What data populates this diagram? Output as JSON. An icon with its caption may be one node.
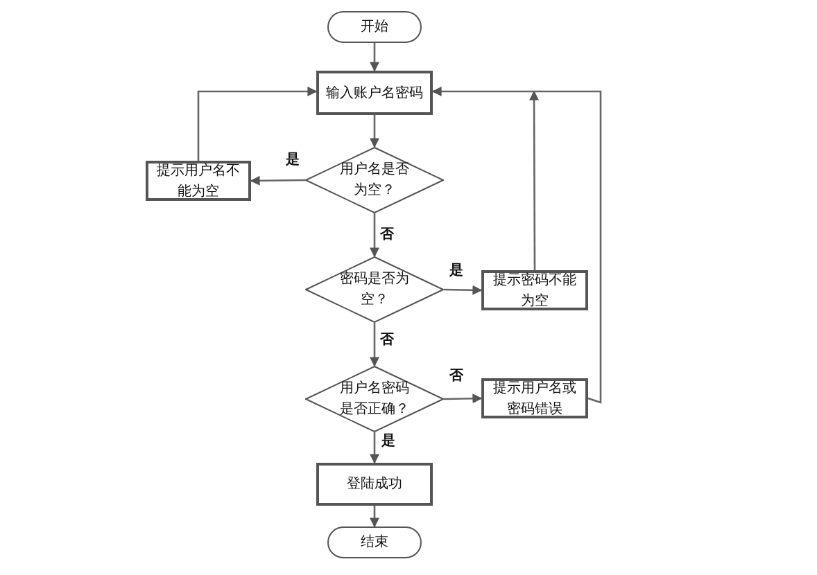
{
  "diagram": {
    "nodes": [
      {
        "text": [
          "开始"
        ]
      },
      {
        "text": [
          "输入账户名密码"
        ]
      },
      {
        "text": [
          "用户名是否为空？"
        ]
      },
      {
        "text": [
          "提示用户名不能为空"
        ]
      },
      {
        "text": [
          "密码是否为空？"
        ]
      },
      {
        "text": [
          "提示密码不能为空"
        ]
      },
      {
        "text": [
          "用户名密码是否正确？"
        ]
      },
      {
        "text": [
          "提示用户名或密码错误"
        ]
      },
      {
        "text": [
          "登陆成功"
        ]
      },
      {
        "text": [
          "结束"
        ]
      }
    ],
    "edges": [
      {
        "from": 0,
        "to": 1,
        "arrow": "to"
      },
      {
        "from": 1,
        "to": 2,
        "arrow": "to"
      },
      {
        "from": 2,
        "to": 3,
        "arrow": "to",
        "label": "是"
      },
      {
        "from": 3,
        "to": 1,
        "arrow": "to"
      },
      {
        "from": 2,
        "to": 4,
        "arrow": "to",
        "label": "否"
      },
      {
        "from": 4,
        "to": 5,
        "arrow": "to",
        "label": "是"
      },
      {
        "from": 5,
        "to": 1,
        "arrow": "to"
      },
      {
        "from": 4,
        "to": 6,
        "arrow": "to",
        "label": "否"
      },
      {
        "from": 6,
        "to": 7,
        "arrow": "to",
        "label": "否"
      },
      {
        "from": 7,
        "to": 1,
        "arrow": "to"
      },
      {
        "from": 6,
        "to": 8,
        "arrow": "to",
        "label": "是"
      },
      {
        "from": 8,
        "to": 9,
        "arrow": "to"
      }
    ]
  }
}
